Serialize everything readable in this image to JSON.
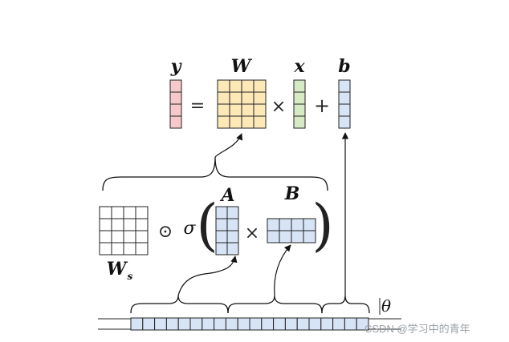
{
  "colors": {
    "y": "#f8c9c9",
    "W": "#fde9b8",
    "x": "#d6ebc4",
    "b": "#d7e4f5",
    "A": "#d7e4f5",
    "B": "#d7e4f5",
    "Ws": "#ffffff",
    "params": "#d7e4f5",
    "stroke": "#222222"
  },
  "equation": {
    "y": "y",
    "equals": "=",
    "W": "W",
    "times": "×",
    "x": "x",
    "plus": "+",
    "b": "b"
  },
  "decomposition": {
    "Ws_main": "W",
    "Ws_sub": "s",
    "odot": "⊙",
    "sigma": "σ",
    "lparen": "(",
    "A": "A",
    "times": "×",
    "B": "B",
    "rparen": ")"
  },
  "params_symbol": "θ",
  "watermark": "CSDN @学习中的青年"
}
